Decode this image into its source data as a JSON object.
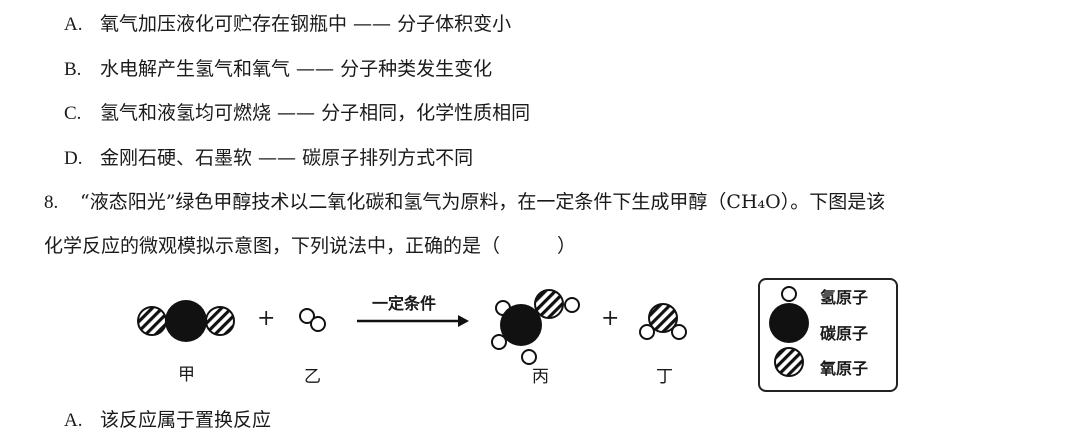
{
  "prev_question_options": [
    {
      "label": "A.",
      "text": "氧气加压液化可贮存在钢瓶中 —— 分子体积变小"
    },
    {
      "label": "B.",
      "text": "水电解产生氢气和氧气 —— 分子种类发生变化"
    },
    {
      "label": "C.",
      "text": "氢气和液氢均可燃烧 —— 分子相同，化学性质相同"
    },
    {
      "label": "D.",
      "text": "金刚石硬、石墨软 —— 碳原子排列方式不同"
    }
  ],
  "question": {
    "number": "8.",
    "line1": "“液态阳光”绿色甲醇技术以二氧化碳和氢气为原料，在一定条件下生成甲醇（CH₄O）。下图是该",
    "line2": "化学反应的微观模拟示意图，下列说法中，正确的是（　　　）"
  },
  "diagram": {
    "plus_sign": "+",
    "reaction_condition": "一定条件",
    "molecules": [
      {
        "label": "甲",
        "composition": "CO2"
      },
      {
        "label": "乙",
        "composition": "H2"
      },
      {
        "label": "丙",
        "composition": "CH4O"
      },
      {
        "label": "丁",
        "composition": "H2O"
      }
    ],
    "legend": [
      {
        "symbol": "small-white-circle",
        "text": "氢原子"
      },
      {
        "symbol": "large-black-circle",
        "text": "碳原子"
      },
      {
        "symbol": "hatched-circle",
        "text": "氧原子"
      }
    ]
  },
  "answer_options": [
    {
      "label": "A.",
      "text": "该反应属于置换反应"
    }
  ]
}
